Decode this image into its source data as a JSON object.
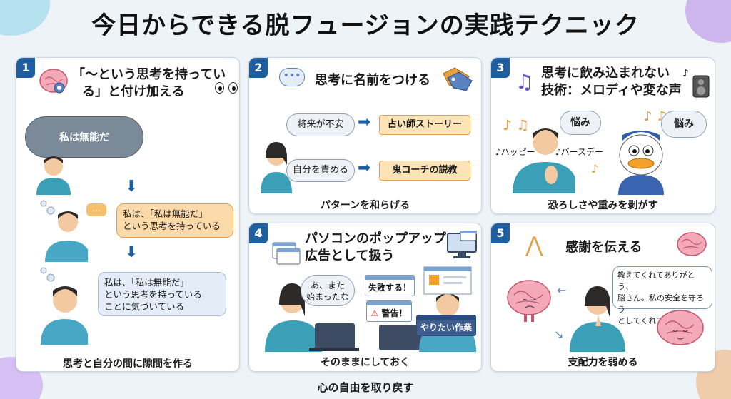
{
  "page": {
    "title": "今日からできる脱フュージョンの実践テクニック",
    "footer": "心の自由を取り戻す"
  },
  "cards": [
    {
      "number": "1",
      "title_line1": "「〜という思考を持ってい",
      "title_line2": "る」と付け加える",
      "cloud_text": "私は無能だ",
      "bubble1_line1": "私は、「私は無能だ」",
      "bubble1_line2": "という思考を持っている",
      "bubble2_line1": "私は、「私は無能だ」",
      "bubble2_line2": "という思考を持っている",
      "bubble2_line3": "ことに気づいている",
      "caption": "思考と自分の間に隙間を作る"
    },
    {
      "number": "2",
      "title": "思考に名前をつける",
      "thought1": "将来が不安",
      "label1": "占い師ストーリー",
      "thought2": "自分を責める",
      "label2": "鬼コーチの説教",
      "caption": "パターンを和らげる"
    },
    {
      "number": "3",
      "title_line1": "思考に飲み込まれない",
      "title_line2": "技術：メロディや変な声",
      "bubble1": "悩み",
      "bubble2": "悩み",
      "song1": "♪ハッピー",
      "song2": "♪バースデー",
      "caption": "恐ろしさや重みを剥がす"
    },
    {
      "number": "4",
      "title_line1": "パソコンのポップアップ",
      "title_line2": "広告として扱う",
      "thought_line1": "あ、また",
      "thought_line2": "始まったな",
      "popup1": "失敗する！",
      "popup2": "警告！",
      "popup3": "やりたい作業",
      "caption": "そのままにしておく"
    },
    {
      "number": "5",
      "title": "感謝を伝える",
      "bubble_line1": "教えてくれてありがとう、",
      "bubble_line2": "脳さん。私の安全を守ろう",
      "bubble_line3": "としてくれてるんだね",
      "caption": "支配力を弱める"
    }
  ],
  "colors": {
    "accent": "#1f5fa0",
    "tag_fill": "#fde3b5",
    "bubble_fill": "#e3ecf7",
    "card_border": "#c9d6e6"
  },
  "icons": [
    "brain-icon",
    "eyes-icon",
    "speech-bubble-icon",
    "price-tag-icon",
    "music-note-icon",
    "speaker-icon",
    "window-icon",
    "monitor-icon",
    "praying-hands-icon"
  ]
}
